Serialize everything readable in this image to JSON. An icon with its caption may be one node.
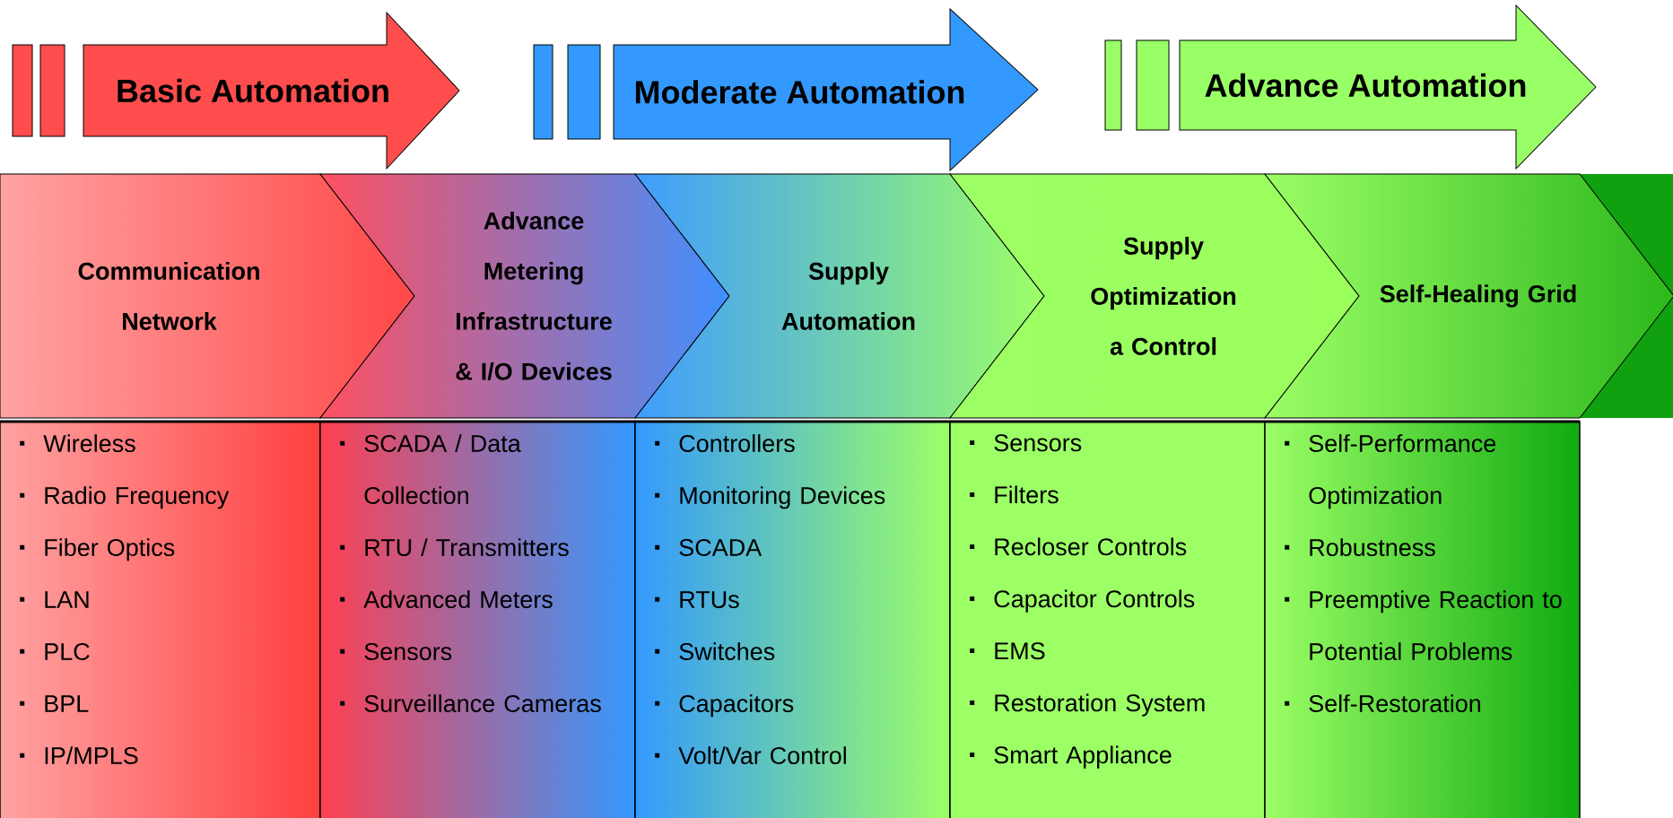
{
  "diagram": {
    "nodes": [
      {
        "text": [
          "Basic Automation"
        ]
      },
      {
        "text": [
          "Moderate Automation"
        ]
      },
      {
        "text": [
          "Advance Automation"
        ]
      },
      {
        "text": [
          "Communication Network"
        ]
      },
      {
        "text": [
          "Advance Metering Infrastructure & I/O Devices"
        ]
      },
      {
        "text": [
          "Supply Automation"
        ]
      },
      {
        "text": [
          "Supply Optimization a Control"
        ]
      },
      {
        "text": [
          "Self-Healing Grid"
        ]
      },
      {
        "text": [
          "Wireless",
          "Radio Frequency",
          "Fiber Optics",
          "LAN",
          "PLC",
          "BPL",
          "IP/MPLS"
        ]
      },
      {
        "text": [
          "SCADA / Data Collection",
          "RTU / Transmitters",
          "Advanced Meters",
          "Sensors",
          "Surveillance Cameras"
        ]
      },
      {
        "text": [
          "Controllers",
          "Monitoring Devices",
          "SCADA",
          "RTUs",
          "Switches",
          "Capacitors",
          "Volt/Var Control"
        ]
      },
      {
        "text": [
          "Sensors",
          "Filters",
          "Recloser Controls",
          "Capacitor Controls",
          "EMS",
          "Restoration System",
          "Smart Appliance"
        ]
      },
      {
        "text": [
          "Self-Performance Optimization",
          "Robustness",
          "Preemptive Reaction to Potential Problems",
          "Self-Restoration"
        ]
      }
    ]
  }
}
